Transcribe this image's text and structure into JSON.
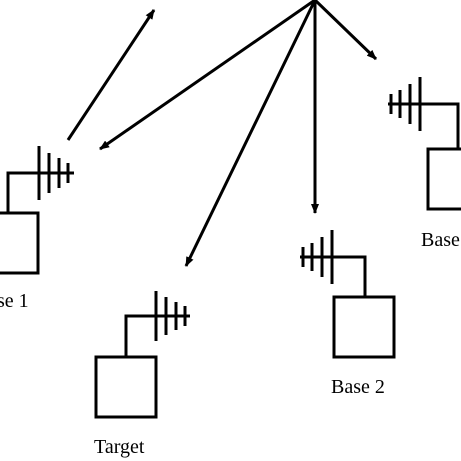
{
  "labels": {
    "base1": "se 1",
    "base2": "Base 2",
    "base3": "Base",
    "target": "Target"
  },
  "colors": {
    "stroke": "#000000",
    "background": "#ffffff"
  }
}
